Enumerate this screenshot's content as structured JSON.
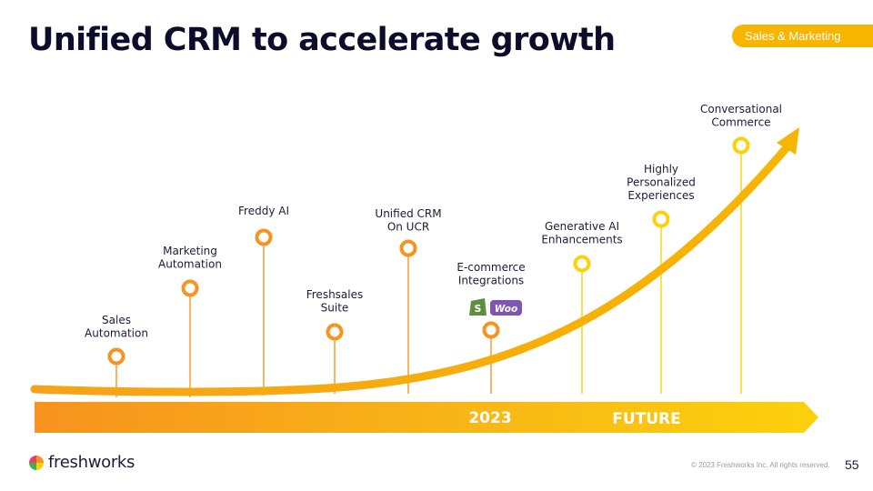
{
  "title": "Unified CRM to accelerate growth",
  "tag": "Sales & Marketing",
  "milestones": [
    {
      "lines": [
        "Sales",
        "Automation"
      ],
      "color": "#f7931e"
    },
    {
      "lines": [
        "Marketing",
        "Automation"
      ],
      "color": "#f7931e"
    },
    {
      "lines": [
        "Freddy AI"
      ],
      "color": "#f7931e"
    },
    {
      "lines": [
        "Freshsales",
        "Suite"
      ],
      "color": "#f7931e"
    },
    {
      "lines": [
        "Unified CRM",
        "On UCR"
      ],
      "color": "#f7931e"
    },
    {
      "lines": [
        "E-commerce",
        "Integrations"
      ],
      "color": "#f7931e",
      "badges": [
        "S",
        "Woo"
      ]
    },
    {
      "lines": [
        "Generative AI",
        "Enhancements"
      ],
      "color": "#fcd10c"
    },
    {
      "lines": [
        "Highly",
        "Personalized",
        "Experiences"
      ],
      "color": "#fcd10c"
    },
    {
      "lines": [
        "Conversational",
        "Commerce"
      ],
      "color": "#fcd10c"
    }
  ],
  "timeline": {
    "current": "2023",
    "future": "FUTURE"
  },
  "colors": {
    "orange": "#f7931e",
    "yellow": "#fcd10c",
    "ink": "#0d0d2b"
  },
  "footer": {
    "brand": "freshworks",
    "copyright": "© 2023 Freshworks Inc. All rights reserved.",
    "page": "55"
  }
}
